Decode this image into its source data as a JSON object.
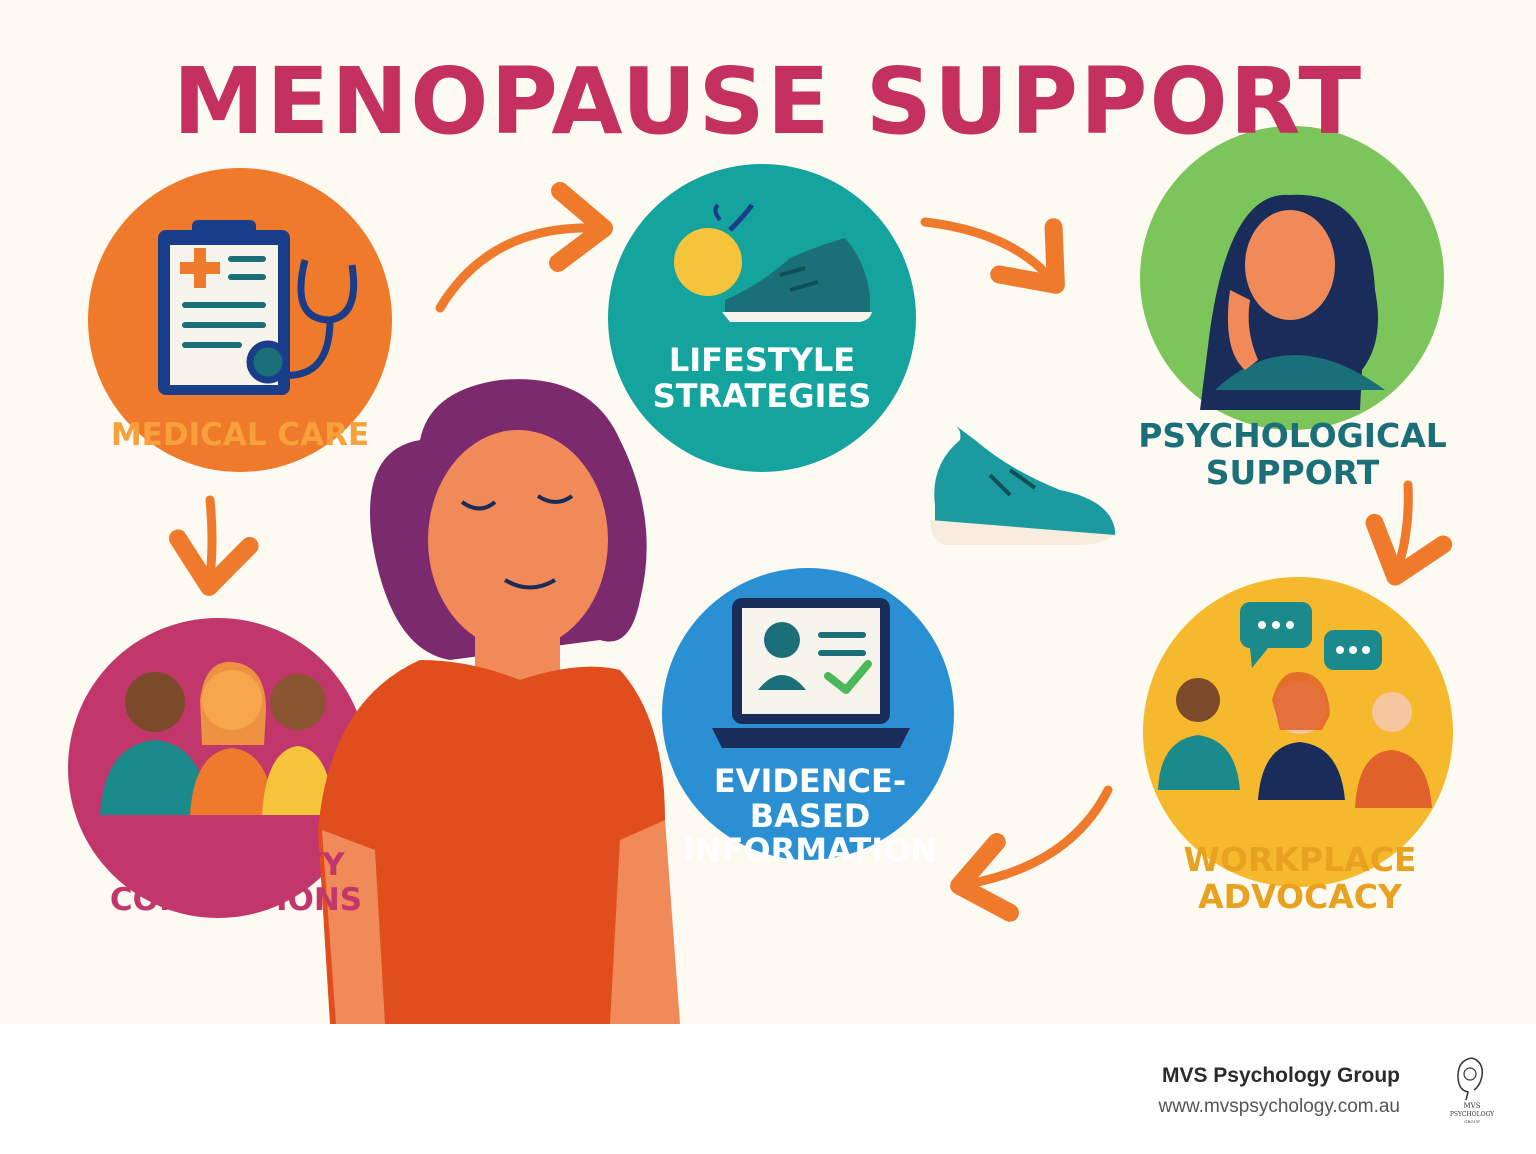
{
  "title": "MENOPAUSE SUPPORT",
  "colors": {
    "title": "#c4305f",
    "background": "#fdfaf2",
    "arrow": "#f07a2c",
    "medical": "#f07a2c",
    "lifestyle": "#15a39e",
    "psychological": "#7cc55a",
    "evidence": "#2b8fd4",
    "workplace": "#f6b92e",
    "community": "#c2376b"
  },
  "sections": {
    "medical": {
      "label": "MEDICAL CARE",
      "label_color": "#f6a13c",
      "icons": [
        "clipboard-icon",
        "stethoscope-icon"
      ]
    },
    "lifestyle": {
      "label": "LIFESTYLE\nSTRATEGIES",
      "label_color": "#ffffff",
      "icons": [
        "apple-icon",
        "sneaker-icon"
      ]
    },
    "psychological": {
      "label": "PSYCHOLOGICAL\nSUPPORT",
      "label_color": "#1b6f78",
      "icons": [
        "woman-thinking-icon"
      ]
    },
    "evidence": {
      "label": "EVIDENCE-\nBASED\nINFORMATION",
      "label_color": "#ffffff",
      "label_color_outer": "#2b8fd4",
      "icons": [
        "laptop-profile-icon",
        "checkmark-icon"
      ]
    },
    "workplace": {
      "label": "WORKPLACE\nADVOCACY",
      "label_color": "#e8a21f",
      "icons": [
        "speech-bubble-icon",
        "people-meeting-icon"
      ]
    },
    "community": {
      "label": "COMMUNITY\nCONNECTIONS",
      "label_color": "#c2376b",
      "icons": [
        "group-people-icon"
      ]
    }
  },
  "footer": {
    "brand_name": "MVS Psychology Group",
    "url": "www.mvspsychology.com.au",
    "logo_text": "MVS\nPSYCHOLOGY\nGROUP"
  }
}
